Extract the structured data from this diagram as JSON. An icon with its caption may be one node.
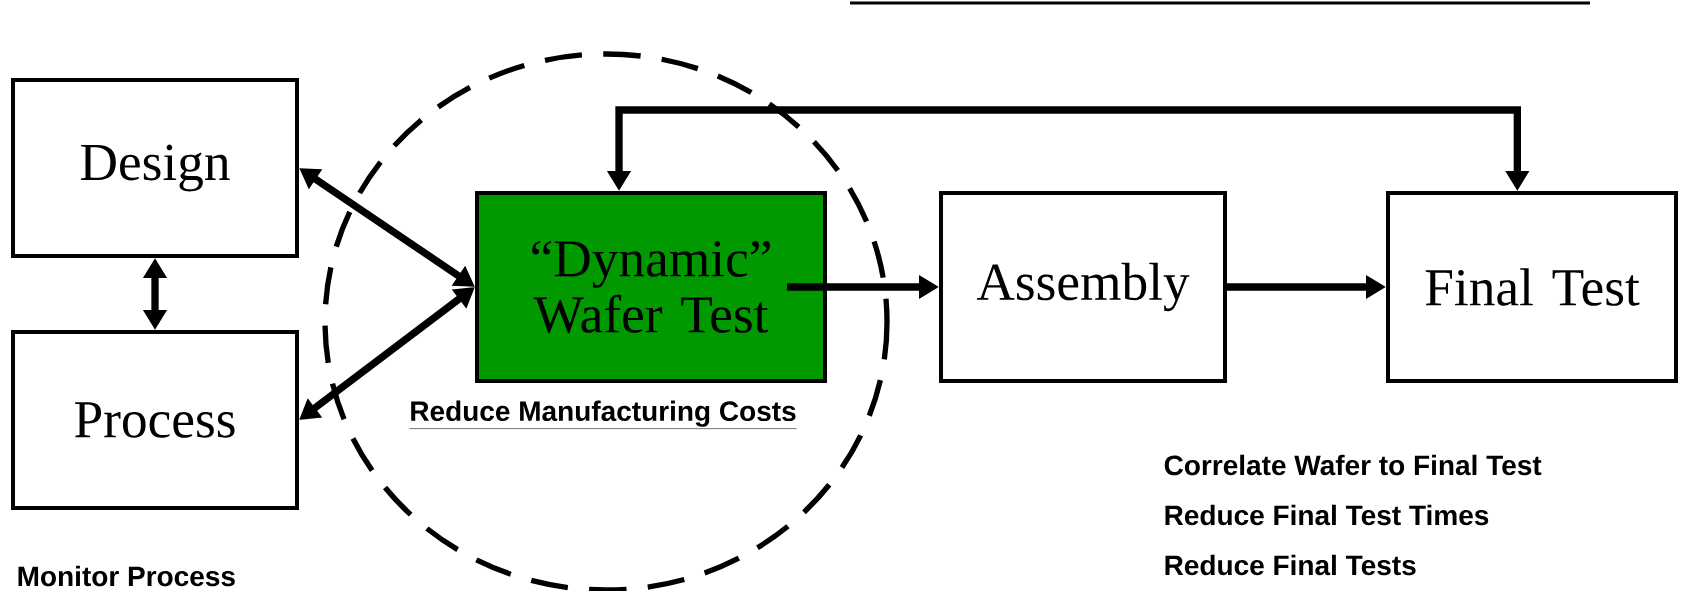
{
  "diagram": {
    "nodes": [
      {
        "text": [
          "Design"
        ]
      },
      {
        "text": [
          "Process"
        ],
        "beside": [
          "Monitor Process"
        ]
      },
      {
        "text": [
          "“Dynamic” Wafer Test"
        ],
        "beside": [
          "Reduce Manufacturing Costs"
        ]
      },
      {
        "text": [
          "Assembly"
        ]
      },
      {
        "text": [
          "Final Test"
        ]
      }
    ],
    "edges": [
      {
        "from": 0,
        "to": 1,
        "arrow": "both"
      },
      {
        "from": 0,
        "to": 2,
        "arrow": "both"
      },
      {
        "from": 1,
        "to": 2,
        "arrow": "both"
      },
      {
        "from": 2,
        "to": 3,
        "arrow": "to"
      },
      {
        "from": 3,
        "to": 4,
        "arrow": "to"
      },
      {
        "from": 2,
        "to": 4,
        "arrow": "both"
      }
    ],
    "labels": [
      "Correlate Wafer to Final Test",
      "Reduce Final Test Times",
      "Reduce Final Tests"
    ]
  }
}
